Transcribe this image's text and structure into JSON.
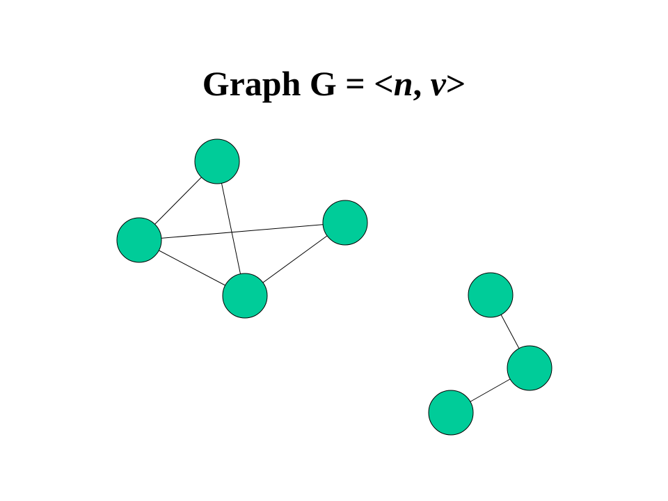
{
  "title": {
    "prefix": "Graph G = <",
    "var_n": "n",
    "separator": ", ",
    "var_v": "v",
    "suffix": ">"
  },
  "colors": {
    "node_fill": "#00cc99",
    "node_stroke": "#000000",
    "edge_stroke": "#000000",
    "text": "#000000",
    "background": "#ffffff"
  },
  "graph": {
    "nodes": [
      "a",
      "b",
      "c",
      "d",
      "e",
      "f",
      "g"
    ],
    "edges": [
      [
        "a",
        "b"
      ],
      [
        "a",
        "d"
      ],
      [
        "b",
        "c"
      ],
      [
        "b",
        "d"
      ],
      [
        "c",
        "d"
      ],
      [
        "e",
        "f"
      ],
      [
        "f",
        "g"
      ]
    ]
  }
}
